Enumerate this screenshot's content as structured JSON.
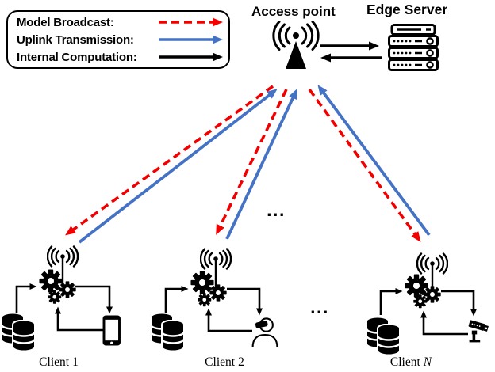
{
  "legend": {
    "items": [
      {
        "label": "Model Broadcast:",
        "line_style": "dashed",
        "color": "#F20000"
      },
      {
        "label": "Uplink Transmission:",
        "line_style": "solid",
        "color": "#4472C4"
      },
      {
        "label": "Internal Computation:",
        "line_style": "solid",
        "color": "#000000"
      }
    ]
  },
  "access_point": {
    "label": "Access point"
  },
  "edge_server": {
    "label": "Edge Server"
  },
  "clients": [
    {
      "prefix": "Client",
      "suffix": "1",
      "device": "smartphone"
    },
    {
      "prefix": "Client",
      "suffix": "2",
      "device": "vr-headset-user"
    },
    {
      "prefix": "Client",
      "suffix": "N",
      "device": "surveillance-camera"
    }
  ],
  "ellipsis": "...",
  "colors": {
    "model_broadcast": "#F20000",
    "uplink_transmission": "#4472C4",
    "internal_computation": "#000000"
  }
}
